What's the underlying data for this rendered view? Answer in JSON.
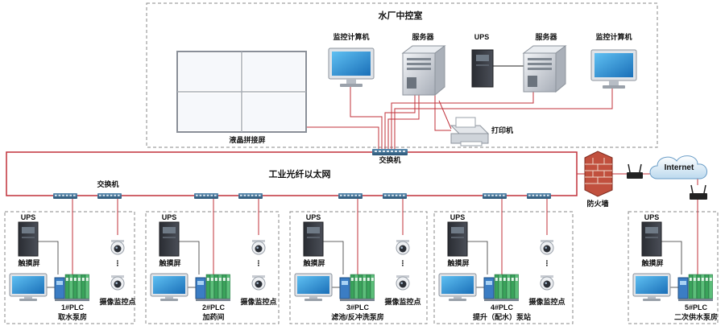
{
  "control_room": {
    "title": "水厂中控室",
    "lcd_wall": "液晶拼接屏",
    "monitor_pc_left": "监控计算机",
    "server_left": "服务器",
    "ups": "UPS",
    "server_right": "服务器",
    "monitor_pc_right": "监控计算机",
    "printer": "打印机",
    "core_switch": "交换机"
  },
  "network": {
    "ring_label": "工业光纤以太网",
    "switch_label": "交换机",
    "firewall": "防火墙",
    "internet": "Internet"
  },
  "stations": [
    {
      "ups": "UPS",
      "touch": "触摸屏",
      "plc": "1#PLC",
      "name": "取水泵房",
      "camera": "摄像监控点",
      "dots": "⋮"
    },
    {
      "ups": "UPS",
      "touch": "触摸屏",
      "plc": "2#PLC",
      "name": "加药间",
      "camera": "摄像监控点",
      "dots": "⋮"
    },
    {
      "ups": "UPS",
      "touch": "触摸屏",
      "plc": "3#PLC",
      "name": "滤池/反冲洗泵房",
      "camera": "摄像监控点",
      "dots": "⋮"
    },
    {
      "ups": "UPS",
      "touch": "触摸屏",
      "plc": "4#PLC",
      "name": "提升（配水）泵站",
      "camera": "摄像监控点",
      "dots": "⋮"
    },
    {
      "ups": "UPS",
      "touch": "触摸屏",
      "plc": "5#PLC",
      "name": "二次供水泵房"
    }
  ],
  "colors": {
    "link": "#c0303a",
    "panel": "#888888",
    "switch": "#3d6f92",
    "server": "#c9ced6",
    "screen": "#1f8fd6",
    "plc_green": "#3aa35b",
    "plc_blue": "#3b7dc4",
    "firewall": "#c1503e",
    "router": "#222222"
  }
}
